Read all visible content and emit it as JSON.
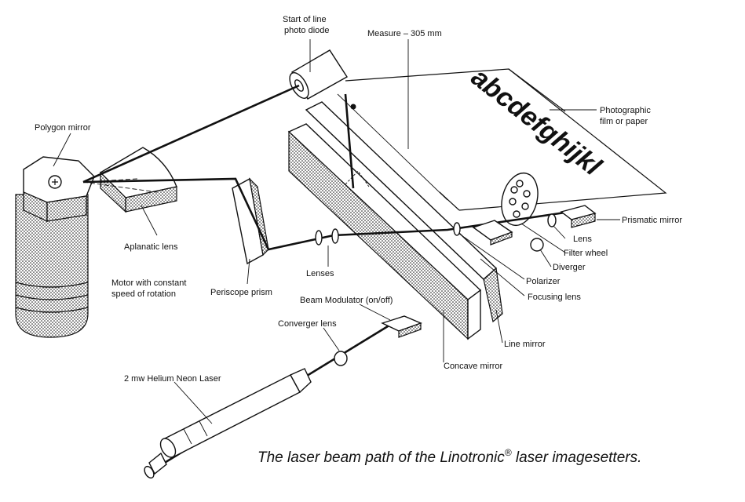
{
  "labels": {
    "start_of_line_1": "Start of line",
    "start_of_line_2": "photo diode",
    "measure": "Measure – 305 mm",
    "polygon_mirror": "Polygon mirror",
    "photographic_1": "Photographic",
    "photographic_2": "film or paper",
    "prismatic_mirror": "Prismatic mirror",
    "aplanatic_lens": "Aplanatic lens",
    "lens": "Lens",
    "filter_wheel": "Filter wheel",
    "diverger": "Diverger",
    "lenses": "Lenses",
    "motor_1": "Motor with constant",
    "motor_2": "speed of rotation",
    "polarizer": "Polarizer",
    "periscope_prism": "Periscope prism",
    "focusing_lens": "Focusing lens",
    "beam_modulator": "Beam Modulator (on/off)",
    "converger_lens": "Converger lens",
    "line_mirror": "Line mirror",
    "concave_mirror": "Concave mirror",
    "laser": "2 mw Helium Neon Laser"
  },
  "film_text": "abcdefghijkl",
  "caption": {
    "main": "The laser beam path of the Linotronic",
    "mark": "®",
    "end": " laser imagesetters."
  }
}
